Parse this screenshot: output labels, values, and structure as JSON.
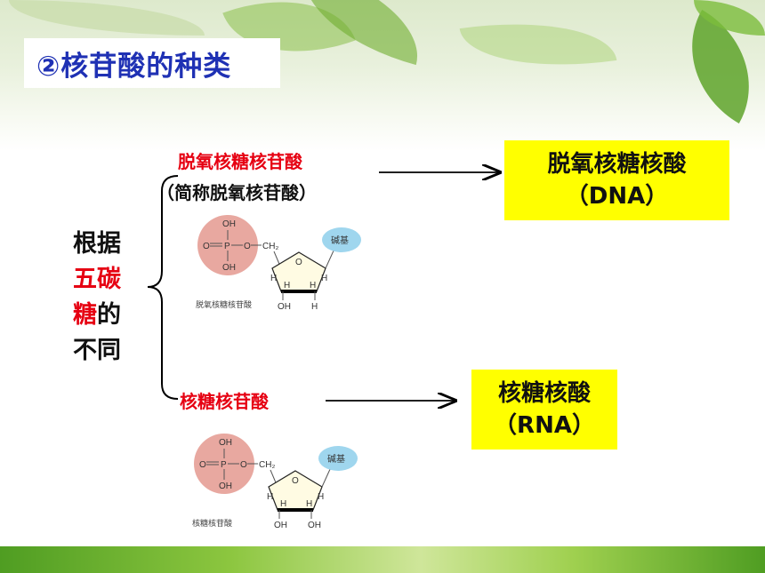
{
  "title": "②核苷酸的种类",
  "root": {
    "line1": "根据",
    "line2_red": "五碳",
    "line3_red": "糖",
    "line3_black": "的",
    "line4": "不同"
  },
  "upper": {
    "name": "脱氧核糖核苷酸",
    "abbr": "（简称脱氧核苷酸）",
    "result_line1": "脱氧核糖核酸",
    "result_line2": "（DNA）",
    "diagram": {
      "oh_top": "OH",
      "o_left": "O",
      "p": "P",
      "o_link": "O",
      "ch2": "CH₂",
      "oh_bottom": "OH",
      "ring_o": "O",
      "base": "碱基",
      "h1": "H",
      "h2": "H",
      "h3": "H",
      "h4": "H",
      "oh_c3": "OH",
      "h_c2": "H",
      "caption": "脱氧核糖核苷酸"
    }
  },
  "lower": {
    "name": "核糖核苷酸",
    "result_line1": "核糖核酸",
    "result_line2": "（RNA）",
    "diagram": {
      "oh_top": "OH",
      "o_left": "O",
      "p": "P",
      "o_link": "O",
      "ch2": "CH₂",
      "oh_bottom": "OH",
      "ring_o": "O",
      "base": "碱基",
      "h1": "H",
      "h2": "H",
      "h3": "H",
      "h4": "H",
      "oh_c3": "OH",
      "oh_c2": "OH",
      "caption": "核糖核苷酸"
    }
  },
  "colors": {
    "title": "#1f31b4",
    "highlight_red": "#e60012",
    "result_bg": "#ffff00",
    "phosphate": "#e8a8a0",
    "base": "#9fd6ee"
  }
}
